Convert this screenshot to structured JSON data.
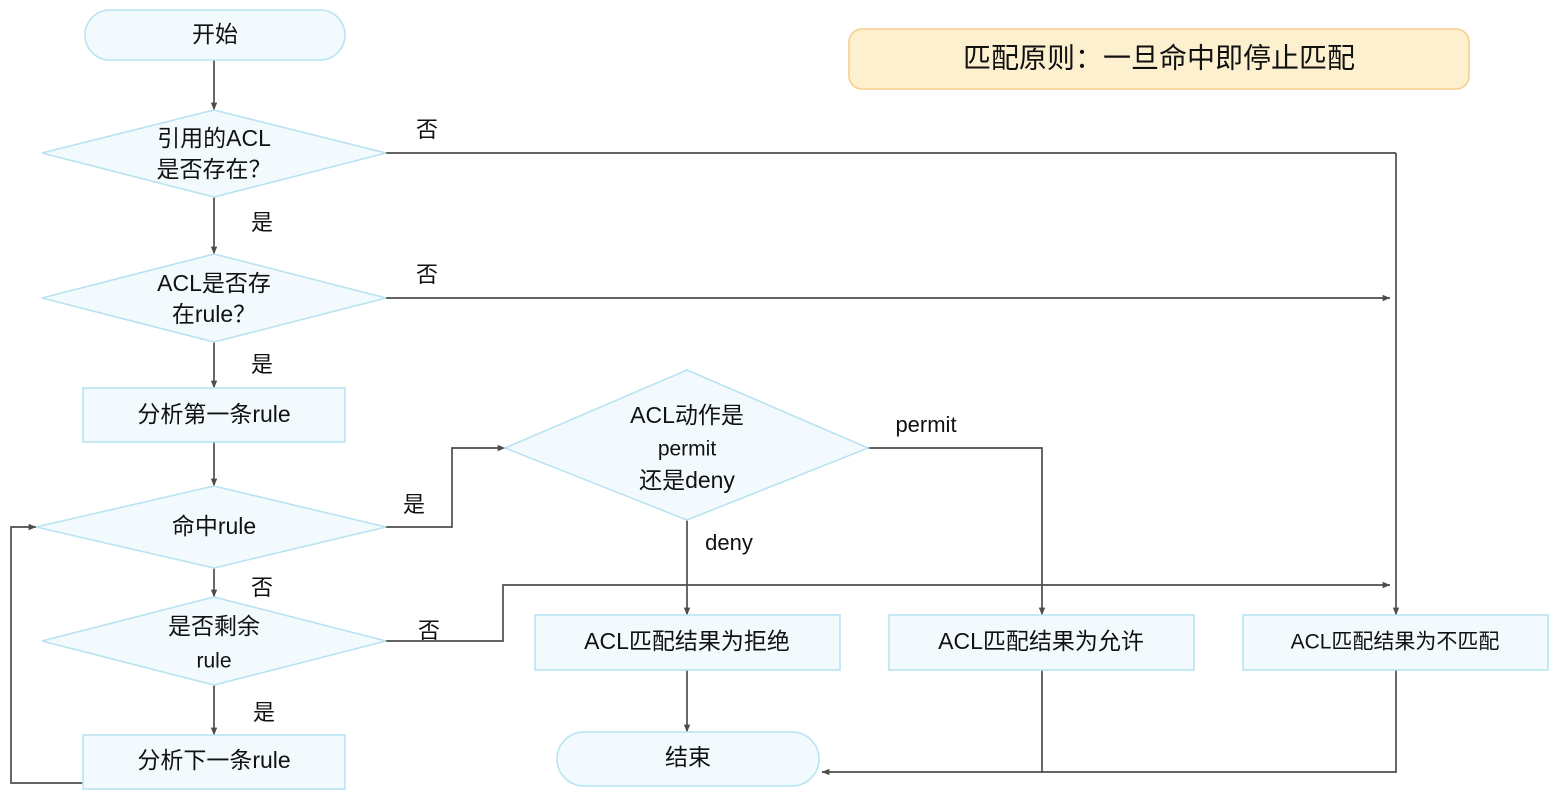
{
  "chart_data": {
    "type": "diagram",
    "title": "ACL匹配流程图",
    "note": {
      "text": "匹配原则：一旦命中即停止匹配",
      "fill": "#fdf0cf",
      "stroke": "#f6cf8c"
    },
    "style": {
      "node_fill": "#f2fafd",
      "node_stroke": "#b8e4f2",
      "edge_color": "#4d4d4d",
      "text_color": "#111111",
      "background": "#ffffff"
    },
    "nodes": [
      {
        "id": "start",
        "type": "terminator",
        "label": "开始"
      },
      {
        "id": "acl_exists",
        "type": "decision",
        "label_line1": "引用的ACL",
        "label_line2": "是否存在？"
      },
      {
        "id": "rule_exists",
        "type": "decision",
        "label_line1": "ACL是否存",
        "label_line2": "在rule？"
      },
      {
        "id": "first_rule",
        "type": "process",
        "label": "分析第一条rule"
      },
      {
        "id": "hit_rule",
        "type": "decision",
        "label": "命中rule"
      },
      {
        "id": "remain_rule",
        "type": "decision",
        "label_line1": "是否剩余",
        "label_line2": "rule"
      },
      {
        "id": "next_rule",
        "type": "process",
        "label": "分析下一条rule"
      },
      {
        "id": "acl_action",
        "type": "decision",
        "label_line1": "ACL动作是",
        "label_line2": "permit",
        "label_line3": "还是deny"
      },
      {
        "id": "result_deny",
        "type": "process",
        "label": "ACL匹配结果为拒绝"
      },
      {
        "id": "result_permit",
        "type": "process",
        "label": "ACL匹配结果为允许"
      },
      {
        "id": "result_none",
        "type": "process",
        "label": "ACL匹配结果为不匹配"
      },
      {
        "id": "end",
        "type": "terminator",
        "label": "结束"
      }
    ],
    "edges": [
      {
        "from": "start",
        "to": "acl_exists",
        "label": ""
      },
      {
        "from": "acl_exists",
        "to": "result_none",
        "label": "否"
      },
      {
        "from": "acl_exists",
        "to": "rule_exists",
        "label": "是"
      },
      {
        "from": "rule_exists",
        "to": "result_none",
        "label": "否"
      },
      {
        "from": "rule_exists",
        "to": "first_rule",
        "label": "是"
      },
      {
        "from": "first_rule",
        "to": "hit_rule",
        "label": ""
      },
      {
        "from": "hit_rule",
        "to": "acl_action",
        "label": "是"
      },
      {
        "from": "hit_rule",
        "to": "remain_rule",
        "label": "否"
      },
      {
        "from": "remain_rule",
        "to": "result_none",
        "label": "否"
      },
      {
        "from": "remain_rule",
        "to": "next_rule",
        "label": "是"
      },
      {
        "from": "next_rule",
        "to": "hit_rule",
        "label": ""
      },
      {
        "from": "acl_action",
        "to": "result_permit",
        "label": "permit"
      },
      {
        "from": "acl_action",
        "to": "result_deny",
        "label": "deny"
      },
      {
        "from": "result_deny",
        "to": "end",
        "label": ""
      },
      {
        "from": "result_permit",
        "to": "end",
        "label": ""
      },
      {
        "from": "result_none",
        "to": "end",
        "label": ""
      }
    ]
  },
  "labels": {
    "start": "开始",
    "acl_exists_1": "引用的ACL",
    "acl_exists_2": "是否存在？",
    "rule_exists_1": "ACL是否存",
    "rule_exists_2": "在rule？",
    "first_rule": "分析第一条rule",
    "hit_rule": "命中rule",
    "remain_rule_1": "是否剩余",
    "remain_rule_2": "rule",
    "next_rule": "分析下一条rule",
    "acl_action_1": "ACL动作是",
    "acl_action_2": "permit",
    "acl_action_3": "还是deny",
    "result_deny": "ACL匹配结果为拒绝",
    "result_permit": "ACL匹配结果为允许",
    "result_none": "ACL匹配结果为不匹配",
    "end": "结束",
    "note": "匹配原则：一旦命中即停止匹配"
  },
  "edge_labels": {
    "acl_exists_no": "否",
    "acl_exists_yes": "是",
    "rule_exists_no": "否",
    "rule_exists_yes": "是",
    "hit_rule_yes": "是",
    "hit_rule_no": "否",
    "remain_rule_no": "否",
    "remain_rule_yes": "是",
    "action_permit": "permit",
    "action_deny": "deny"
  }
}
